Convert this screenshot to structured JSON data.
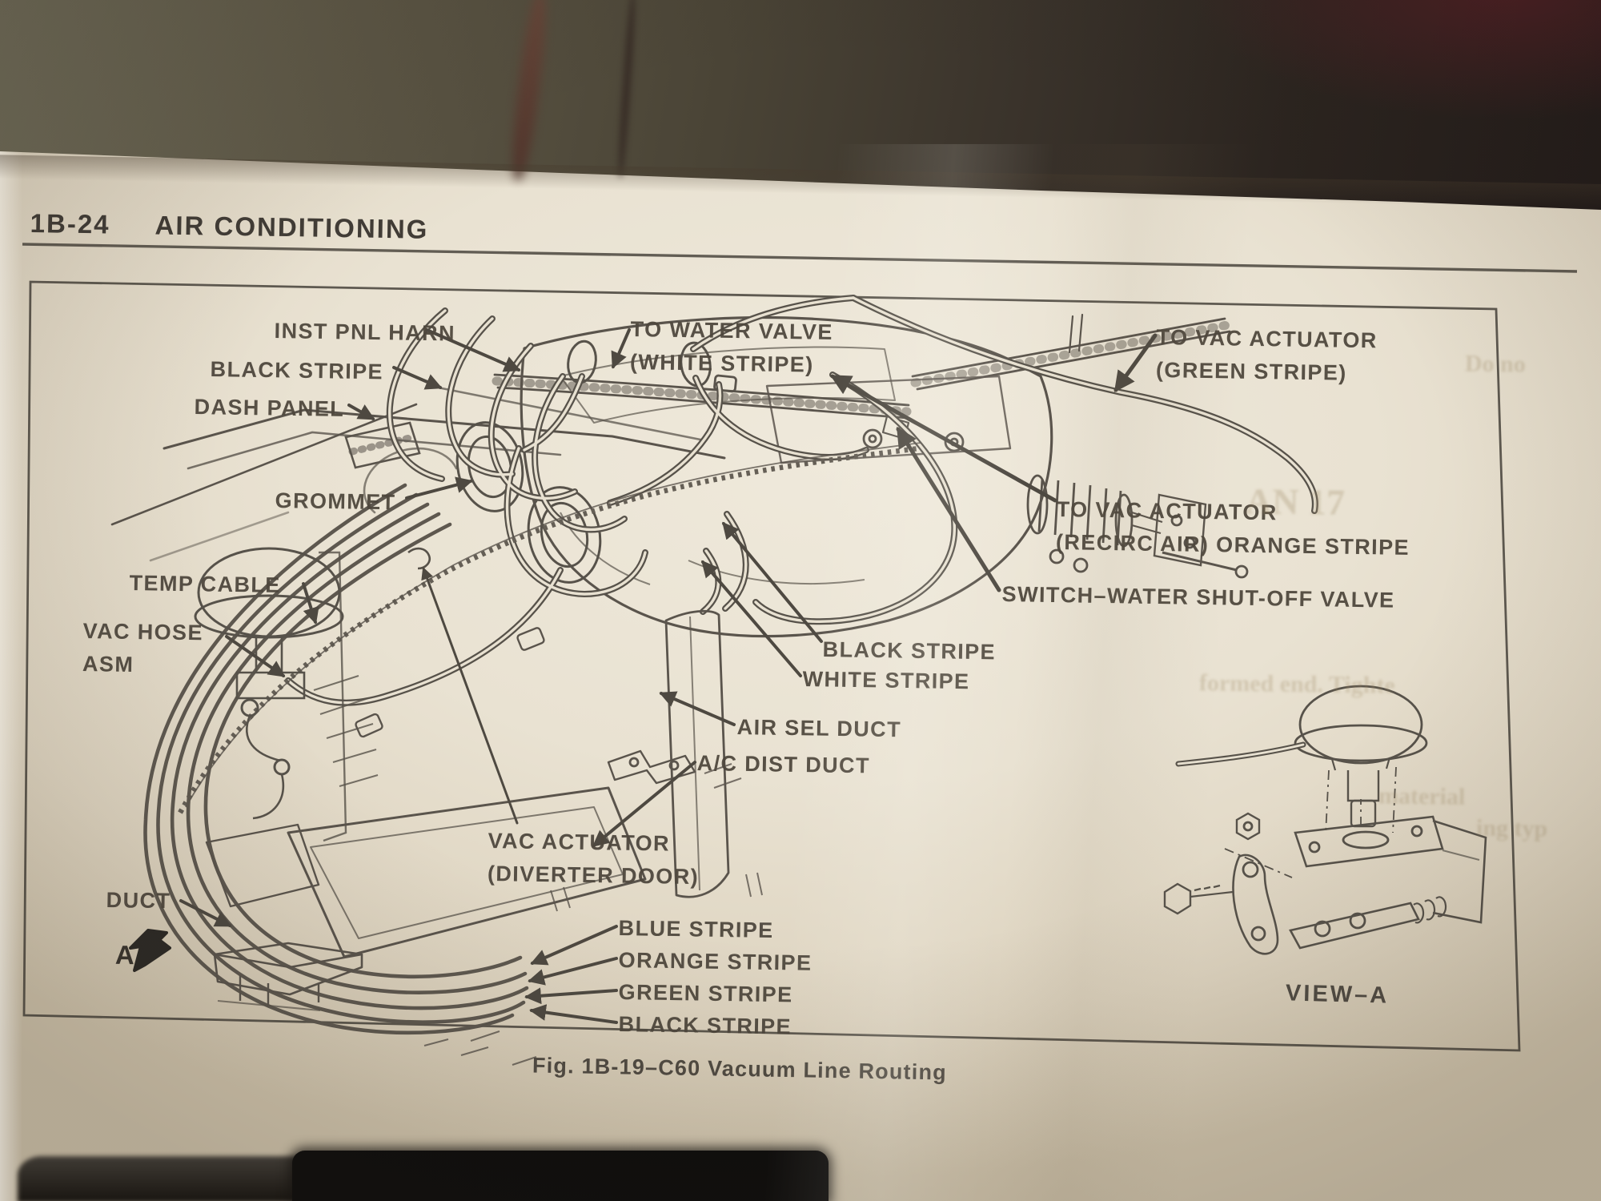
{
  "photo": {
    "colors": {
      "page": "#e9e2d2",
      "ink": "#4e473d",
      "line_art": "#59534b",
      "background_top": "#4a4436",
      "background_top_right": "#5e1e26",
      "bottom_object": "#0e0d0c"
    }
  },
  "page": {
    "header": {
      "section_number": "1B-24",
      "title": "AIR CONDITIONING"
    },
    "figure": {
      "caption": "Fig. 1B-19–C60 Vacuum Line Routing",
      "view_label": "VIEW–A",
      "detail_marker": "A",
      "callouts": {
        "inst_pnl_harn": {
          "lines": [
            "INST PNL HARN"
          ]
        },
        "black_stripe_upper": {
          "lines": [
            "BLACK STRIPE"
          ]
        },
        "dash_panel": {
          "lines": [
            "DASH PANEL"
          ]
        },
        "grommet": {
          "lines": [
            "GROMMET"
          ]
        },
        "temp_cable": {
          "lines": [
            "TEMP CABLE"
          ]
        },
        "vac_hose_asm": {
          "lines": [
            "VAC HOSE",
            "ASM"
          ]
        },
        "to_water_valve": {
          "lines": [
            "TO WATER VALVE",
            "(WHITE STRIPE)"
          ]
        },
        "to_vac_actuator_green": {
          "lines": [
            "TO VAC ACTUATOR",
            "(GREEN STRIPE)"
          ]
        },
        "to_vac_actuator_recirc": {
          "lines": [
            "TO VAC ACTUATOR",
            "(RECIRC AIR) ORANGE STRIPE"
          ]
        },
        "switch_water_shutoff": {
          "lines": [
            "SWITCH–WATER SHUT-OFF VALVE"
          ]
        },
        "black_stripe_center": {
          "lines": [
            "BLACK STRIPE"
          ]
        },
        "white_stripe_center": {
          "lines": [
            "WHITE STRIPE"
          ]
        },
        "air_sel_duct": {
          "lines": [
            "AIR SEL DUCT"
          ]
        },
        "ac_dist_duct": {
          "lines": [
            "A/C DIST DUCT"
          ]
        },
        "vac_actuator_diverter": {
          "lines": [
            "VAC ACTUATOR",
            "(DIVERTER DOOR)"
          ]
        },
        "duct": {
          "lines": [
            "DUCT"
          ]
        },
        "blue_stripe": {
          "lines": [
            "BLUE STRIPE"
          ]
        },
        "orange_stripe": {
          "lines": [
            "ORANGE STRIPE"
          ]
        },
        "green_stripe": {
          "lines": [
            "GREEN STRIPE"
          ]
        },
        "black_stripe_bottom": {
          "lines": [
            "BLACK STRIPE"
          ]
        }
      }
    }
  },
  "bleedthrough": {
    "fragments": [
      "Do no",
      "AN 17",
      "formed end. Tighte",
      "material",
      "ing typ"
    ]
  }
}
